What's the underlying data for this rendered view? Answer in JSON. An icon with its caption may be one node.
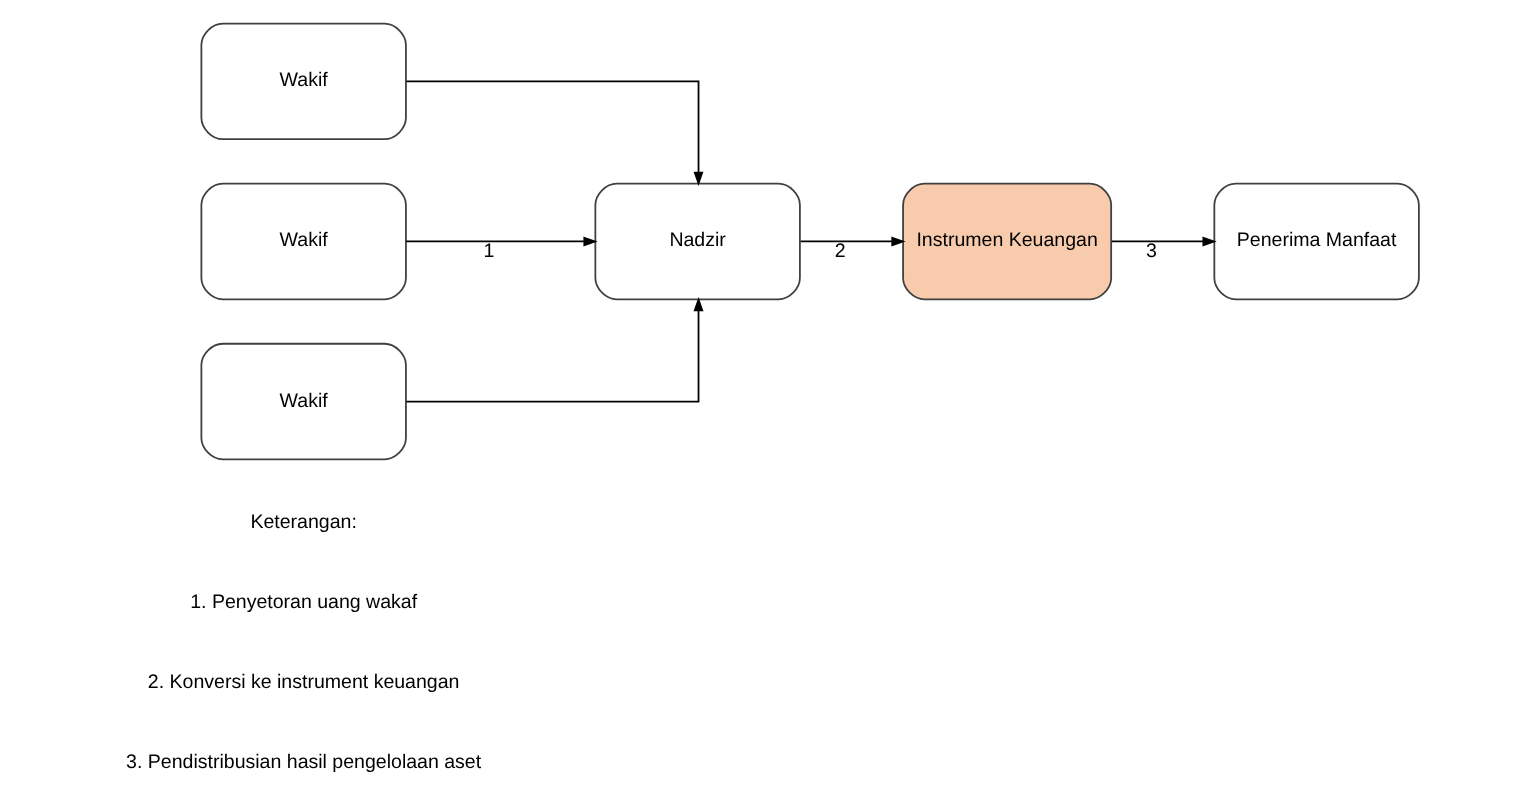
{
  "diagram": {
    "nodes": [
      {
        "text": [
          "Wakif"
        ]
      },
      {
        "text": [
          "Wakif"
        ]
      },
      {
        "text": [
          "Wakif"
        ]
      },
      {
        "text": [
          "Nadzir"
        ]
      },
      {
        "text": [
          "Instrumen Keuangan"
        ]
      },
      {
        "text": [
          "Penerima Manfaat"
        ]
      }
    ],
    "edges": [
      {
        "from": 0,
        "to": 3,
        "arrow": "to"
      },
      {
        "from": 1,
        "to": 3,
        "arrow": "to",
        "label": "1"
      },
      {
        "from": 2,
        "to": 3,
        "arrow": "to"
      },
      {
        "from": 3,
        "to": 4,
        "arrow": "to",
        "label": "2"
      },
      {
        "from": 4,
        "to": 5,
        "arrow": "to",
        "label": "3"
      }
    ],
    "labels": [
      "Keterangan:",
      "1. Penyetoran uang wakaf",
      "2. Konversi ke instrument keuangan",
      "3. Pendistribusian hasil pengelolaan aset"
    ]
  }
}
